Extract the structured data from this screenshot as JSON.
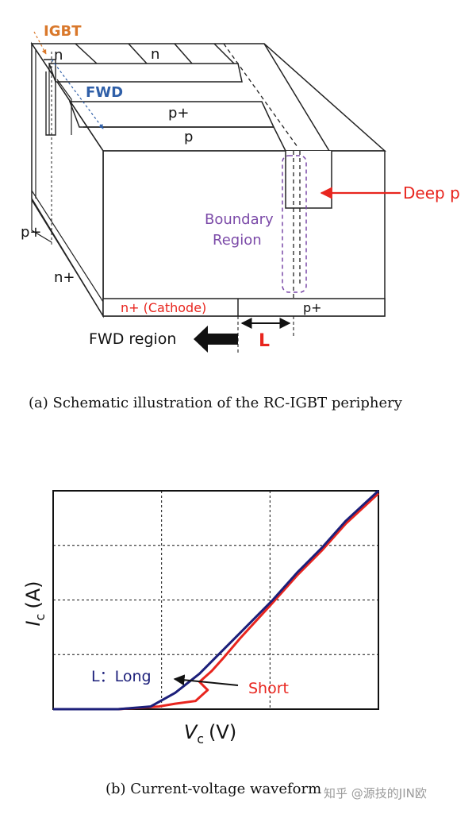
{
  "diagram": {
    "labels": {
      "igbt": "IGBT",
      "fwd": "FWD",
      "n_a": "n",
      "n_b": "n",
      "p_plus_top": "p+",
      "p": "p",
      "p_plus_side": "p+",
      "n_plus_side": "n+",
      "deep_p": "Deep p",
      "boundary_line1": "Boundary",
      "boundary_line2": "Region",
      "cathode": "n+ (Cathode)",
      "p_plus_bottom": "p+",
      "fwd_region": "FWD region",
      "L": "L"
    },
    "caption": "(a) Schematic illustration of the RC-IGBT periphery"
  },
  "chart": {
    "ylabel_main": "I",
    "ylabel_sub": "c",
    "ylabel_unit": "(A)",
    "xlabel_main": "V",
    "xlabel_sub": "c",
    "xlabel_unit": "(V)",
    "legend_long": "L：Long",
    "legend_short": "Short",
    "caption": "(b) Current-voltage waveform",
    "watermark": "知乎 @源技的JIN欧"
  },
  "chart_data": {
    "type": "line",
    "xlabel": "Vc (V)",
    "ylabel": "Ic (A)",
    "xlim": [
      0,
      4
    ],
    "ylim": [
      0,
      4
    ],
    "grid": true,
    "series": [
      {
        "name": "L：Long",
        "color": "#1c1f7a",
        "x": [
          0,
          0.8,
          1.2,
          1.5,
          1.8,
          2.0,
          2.3,
          2.7,
          3.0,
          3.3,
          3.6,
          4.0
        ],
        "y": [
          0,
          0.0,
          0.05,
          0.3,
          0.65,
          0.95,
          1.4,
          2.0,
          2.5,
          2.95,
          3.45,
          4.0
        ]
      },
      {
        "name": "Short",
        "color": "#e8251e",
        "x": [
          0,
          0.8,
          1.3,
          1.5,
          1.75,
          1.9,
          1.8,
          1.95,
          2.1,
          2.3,
          2.7,
          3.0,
          3.3,
          3.6,
          4.0
        ],
        "y": [
          0,
          0.0,
          0.05,
          0.1,
          0.15,
          0.35,
          0.5,
          0.7,
          0.95,
          1.3,
          1.95,
          2.45,
          2.9,
          3.4,
          3.95
        ]
      }
    ],
    "annotations": [
      "L：Long",
      "Short"
    ]
  }
}
